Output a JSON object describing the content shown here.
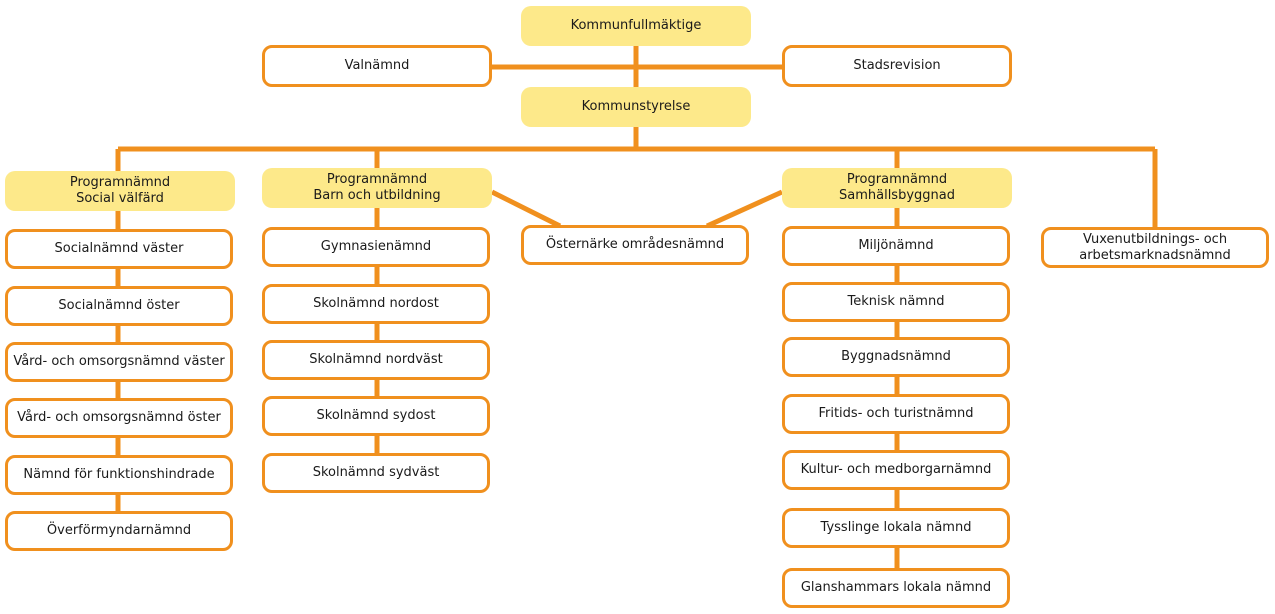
{
  "colors": {
    "connector": "#f0901e",
    "box_border": "#f0901e",
    "highlight_fill": "#fde98a",
    "box_fill": "#ffffff"
  },
  "nodes": {
    "kommunfullmaktige": {
      "lines": [
        "Kommunfullmäktige"
      ]
    },
    "valnamnd": {
      "lines": [
        "Valnämnd"
      ]
    },
    "stadsrevision": {
      "lines": [
        "Stadsrevision"
      ]
    },
    "kommunstyrelse": {
      "lines": [
        "Kommunstyrelse"
      ]
    },
    "pn_social": {
      "lines": [
        "Programnämnd",
        "Social välfärd"
      ]
    },
    "pn_barn": {
      "lines": [
        "Programnämnd",
        "Barn och utbildning"
      ]
    },
    "osternarke": {
      "lines": [
        "Östernärke områdesnämnd"
      ]
    },
    "pn_samhall": {
      "lines": [
        "Programnämnd",
        "Samhällsbyggnad"
      ]
    },
    "vuxen": {
      "lines": [
        "Vuxenutbildnings- och",
        "arbetsmarknadsnämnd"
      ]
    },
    "social_1": {
      "lines": [
        "Socialnämnd väster"
      ]
    },
    "social_2": {
      "lines": [
        "Socialnämnd öster"
      ]
    },
    "social_3": {
      "lines": [
        "Vård- och omsorgsnämnd väster"
      ]
    },
    "social_4": {
      "lines": [
        "Vård- och omsorgsnämnd öster"
      ]
    },
    "social_5": {
      "lines": [
        "Nämnd för funktionshindrade"
      ]
    },
    "social_6": {
      "lines": [
        "Överförmyndarnämnd"
      ]
    },
    "barn_1": {
      "lines": [
        "Gymnasienämnd"
      ]
    },
    "barn_2": {
      "lines": [
        "Skolnämnd nordost"
      ]
    },
    "barn_3": {
      "lines": [
        "Skolnämnd nordväst"
      ]
    },
    "barn_4": {
      "lines": [
        "Skolnämnd sydost"
      ]
    },
    "barn_5": {
      "lines": [
        "Skolnämnd sydväst"
      ]
    },
    "samhall_1": {
      "lines": [
        "Miljönämnd"
      ]
    },
    "samhall_2": {
      "lines": [
        "Teknisk nämnd"
      ]
    },
    "samhall_3": {
      "lines": [
        "Byggnadsnämnd"
      ]
    },
    "samhall_4": {
      "lines": [
        "Fritids- och turistnämnd"
      ]
    },
    "samhall_5": {
      "lines": [
        "Kultur- och medborgarnämnd"
      ]
    },
    "samhall_6": {
      "lines": [
        "Tysslinge lokala nämnd"
      ]
    },
    "samhall_7": {
      "lines": [
        "Glanshammars lokala nämnd"
      ]
    }
  }
}
